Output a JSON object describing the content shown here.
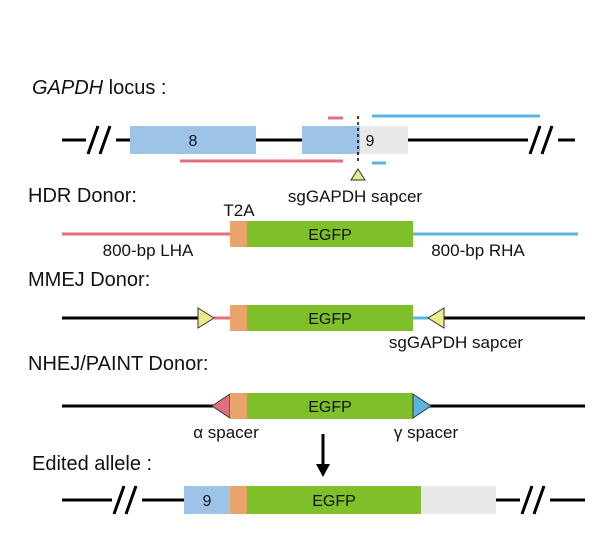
{
  "colors": {
    "exon": "#9dc3e6",
    "exon_grey": "#e8e8e8",
    "egfp": "#7fbf2a",
    "t2a": "#e8a46a",
    "lha": "#e0707e",
    "rha": "#5ab4e0",
    "wedge_yellow": "#ecec8a",
    "wedge_red": "#e0707e",
    "wedge_blue": "#5ab4e0",
    "line": "#000000"
  },
  "locus": {
    "title_italic": "GAPDH",
    "title_rest": " locus :",
    "exon8": "8",
    "exon9": "9",
    "break_mark": "//",
    "spacer_label": "sgGAPDH sapcer"
  },
  "hdr": {
    "title": "HDR Donor:",
    "t2a": "T2A",
    "egfp": "EGFP",
    "lha": "800-bp LHA",
    "rha": "800-bp RHA"
  },
  "mmej": {
    "title": "MMEJ Donor:",
    "egfp": "EGFP",
    "spacer_label": "sgGAPDH sapcer"
  },
  "nhej": {
    "title": "NHEJ/PAINT Donor:",
    "egfp": "EGFP",
    "alpha": "α spacer",
    "gamma": "γ spacer"
  },
  "edited": {
    "title": "Edited allele :",
    "exon9": "9",
    "egfp": "EGFP",
    "break_mark": "//"
  }
}
